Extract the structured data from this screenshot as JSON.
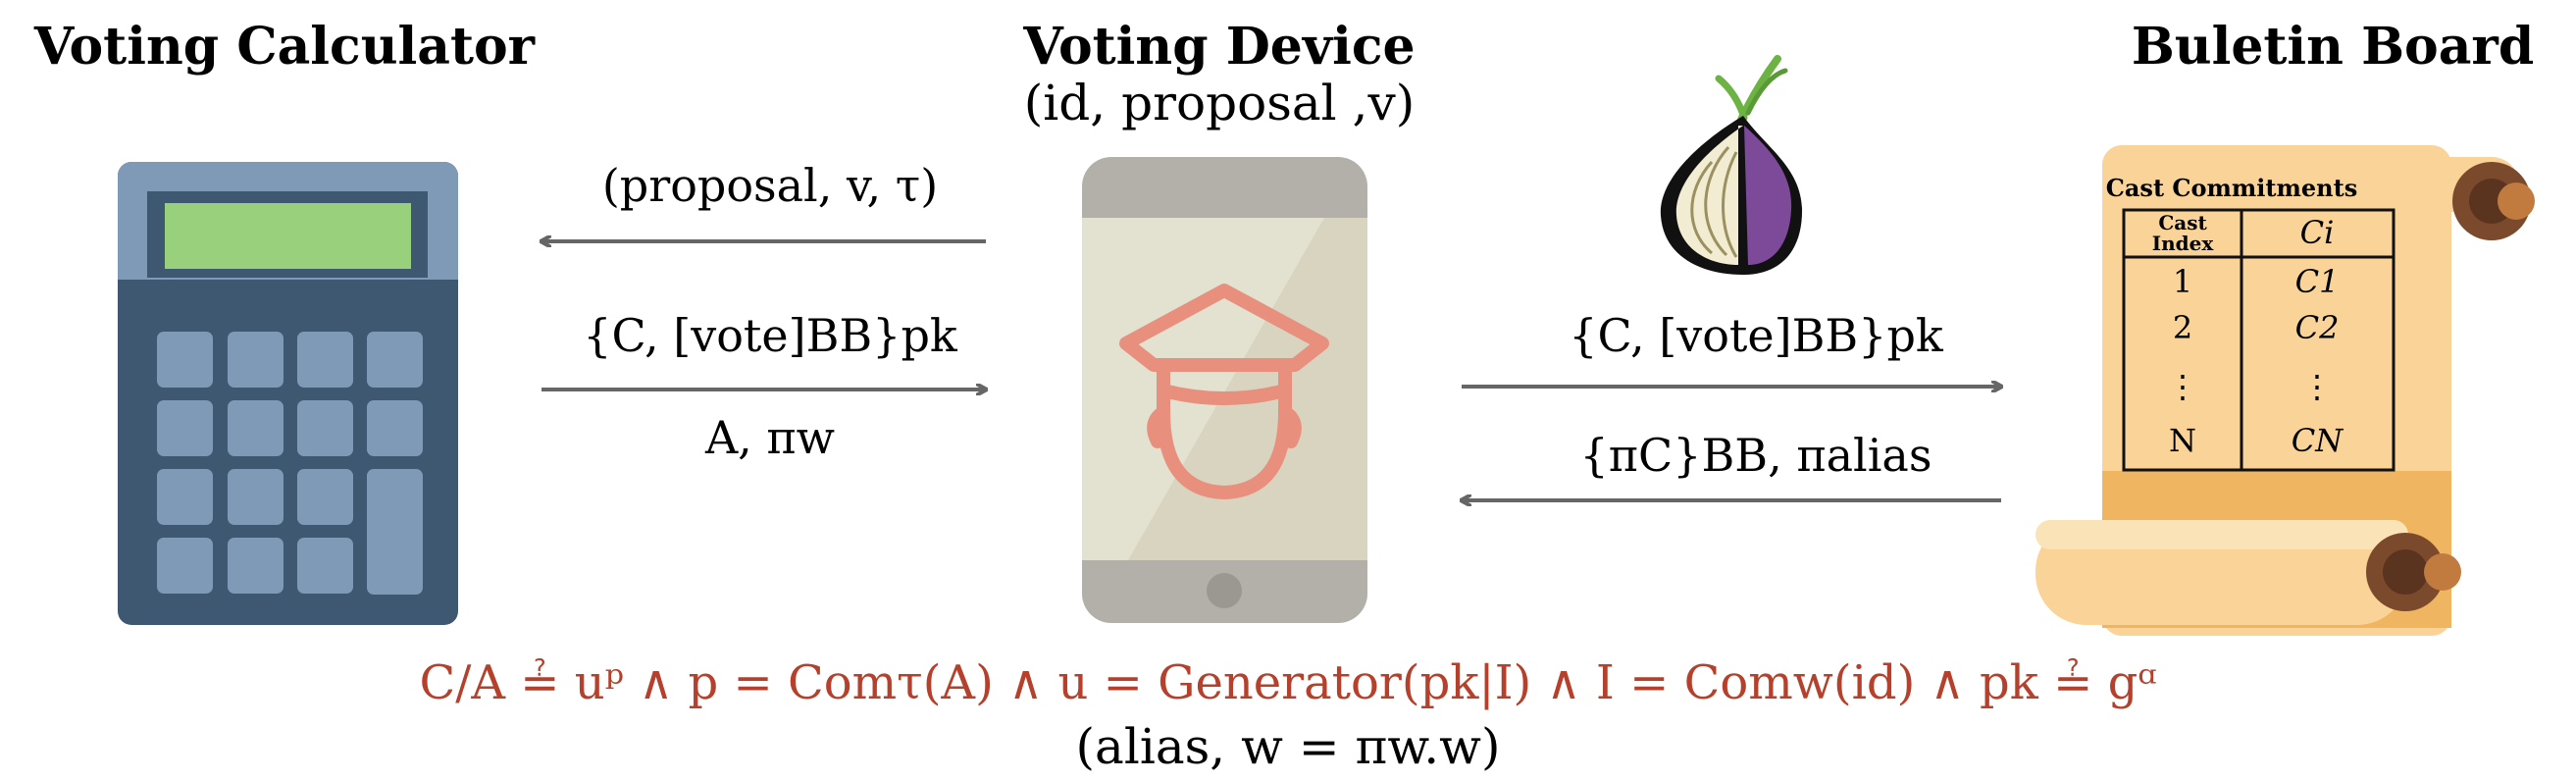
{
  "titles": {
    "calculator": "Voting Calculator",
    "device": "Voting Device",
    "board": "Buletin Board"
  },
  "device_subtitle": "(id, proposal ,v)",
  "messages": {
    "to_calculator": "(proposal, v, τ)",
    "from_device_top": "{C, [vote]BB}pk",
    "from_device_bottom": "A, πw",
    "to_board": "{C, [vote]BB}pk",
    "from_board": "{πC}BB, πalias"
  },
  "board_table": {
    "heading": "Cast Commitments",
    "col1_header_line1": "Cast",
    "col1_header_line2": "Index",
    "col2_header": "Ci",
    "rows": [
      {
        "index": "1",
        "commit": "C1"
      },
      {
        "index": "2",
        "commit": "C2"
      },
      {
        "index": "⋮",
        "commit": "⋮"
      },
      {
        "index": "N",
        "commit": "CN"
      }
    ]
  },
  "equation": "C/A ≟ uᵖ ∧ p = Comτ(A) ∧ u = Generator(pk|I) ∧ I = Comw(id) ∧ pk ≟ gᵅ",
  "equation_note": "(alias, w = πw.w)",
  "colors": {
    "calc_body": "#3f5872",
    "calc_top": "#7f9ab7",
    "calc_screen": "#98d07c",
    "calc_keys": "#7f9ab7",
    "phone_body": "#b2b0a9",
    "phone_screen": "#e3e1cf",
    "officer": "#e8907d",
    "onion_purple": "#7d4a9a",
    "onion_cream": "#f1ecd2",
    "scroll": "#f9d397",
    "scroll_dark": "#f0b561",
    "scroll_knob": "#7b4a2c",
    "scroll_knob_light": "#c27b3f",
    "arrow": "#666666",
    "equation": "#b5402c"
  }
}
